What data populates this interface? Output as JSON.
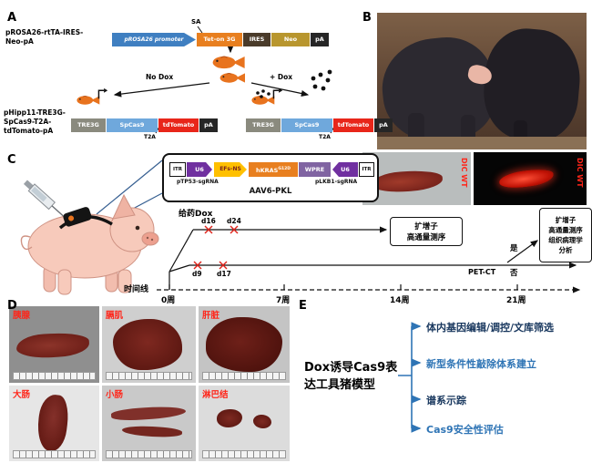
{
  "panels": {
    "a": "A",
    "b": "B",
    "c": "C",
    "d": "D",
    "e": "E"
  },
  "a": {
    "name1a": "pROSA26-rtTA-IRES-",
    "name1b": "Neo-pA",
    "sa": "SA",
    "promoter": "pROSA26 promoter",
    "teton": "Tet-on 3G",
    "ires": "IRES",
    "neo": "Neo",
    "pa1": "pA",
    "no_dox": "No Dox",
    "plus_dox": "+ Dox",
    "name2a": "pHipp11-TRE3G-",
    "name2b": "SpCas9-T2A-",
    "name2c": "tdTomato-pA",
    "unit1": {
      "tre3g": "TRE3G",
      "spcas9": "SpCas9",
      "t2a": "T2A",
      "tdtomato": "tdTomato",
      "pa": "pA"
    },
    "unit2": {
      "tre3g": "TRE3G",
      "spcas9": "SpCas9",
      "t2a": "T2A",
      "tdtomato": "tdTomato",
      "pa": "pA"
    }
  },
  "b": {
    "dic_left": "DIC WT",
    "dic_right": "DIC WT"
  },
  "c": {
    "aav": {
      "itr_l": "ITR",
      "u6_l": "U6",
      "ptp53": "pTP53-sgRNA",
      "efs": "EFs-NS",
      "kras": "hKRAS",
      "kras_sup": "G12D",
      "wpre": "WPRE",
      "u6_r": "U6",
      "plkb1": "pLKB1-sgRNA",
      "itr_r": "ITR",
      "name": "AAV6-PKL"
    },
    "dox_label": "给药Dox",
    "d16": "d16",
    "d24": "d24",
    "d9": "d9",
    "d17": "d17",
    "box1a": "扩增子",
    "box1b": "高通量测序",
    "petct": "PET-CT",
    "yes": "是",
    "no": "否",
    "box2a": "扩增子",
    "box2b": "高通量测序",
    "box2c": "组织病理学",
    "box2d": "分析",
    "axis": "时间线",
    "w0": "0周",
    "w7": "7周",
    "w14": "14周",
    "w21": "21周"
  },
  "d": {
    "labels": [
      "胰腺",
      "膈肌",
      "肝脏",
      "大肠",
      "小肠",
      "淋巴结"
    ]
  },
  "e": {
    "model1": "Dox诱导Cas9表",
    "model2": "达工具猪模型",
    "items": [
      "体内基因编辑/调控/文库筛选",
      "新型条件性敲除体系建立",
      "谱系示踪",
      "Cas9安全性评估"
    ]
  }
}
